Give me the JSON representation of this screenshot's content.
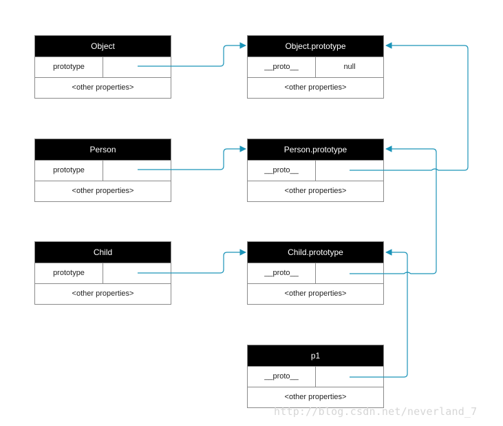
{
  "objects": {
    "object": {
      "title": "Object",
      "slot_key": "prototype",
      "slot_val": "",
      "other": "<other properties>"
    },
    "person": {
      "title": "Person",
      "slot_key": "prototype",
      "slot_val": "",
      "other": "<other properties>"
    },
    "child": {
      "title": "Child",
      "slot_key": "prototype",
      "slot_val": "",
      "other": "<other properties>"
    },
    "object_prototype": {
      "title": "Object.prototype",
      "slot_key": "__proto__",
      "slot_val": "null",
      "other": "<other properties>"
    },
    "person_prototype": {
      "title": "Person.prototype",
      "slot_key": "__proto__",
      "slot_val": "",
      "other": "<other properties>"
    },
    "child_prototype": {
      "title": "Child.prototype",
      "slot_key": "__proto__",
      "slot_val": "",
      "other": "<other properties>"
    },
    "p1": {
      "title": "p1",
      "slot_key": "__proto__",
      "slot_val": "",
      "other": "<other properties>"
    }
  },
  "connections": [
    {
      "from": "Object.prototype",
      "to": "Object.prototype"
    },
    {
      "from": "Person.prototype",
      "to": "Person.prototype"
    },
    {
      "from": "Child.prototype",
      "to": "Child.prototype"
    },
    {
      "from": "Person.prototype.__proto__",
      "to": "Object.prototype"
    },
    {
      "from": "Child.prototype.__proto__",
      "to": "Person.prototype"
    },
    {
      "from": "p1.__proto__",
      "to": "Child.prototype"
    }
  ],
  "style": {
    "line_color": "#1a93b8",
    "header_color": "#000000",
    "border_color": "#8a8a8a"
  },
  "watermark": "http://blog.csdn.net/neverland_7"
}
